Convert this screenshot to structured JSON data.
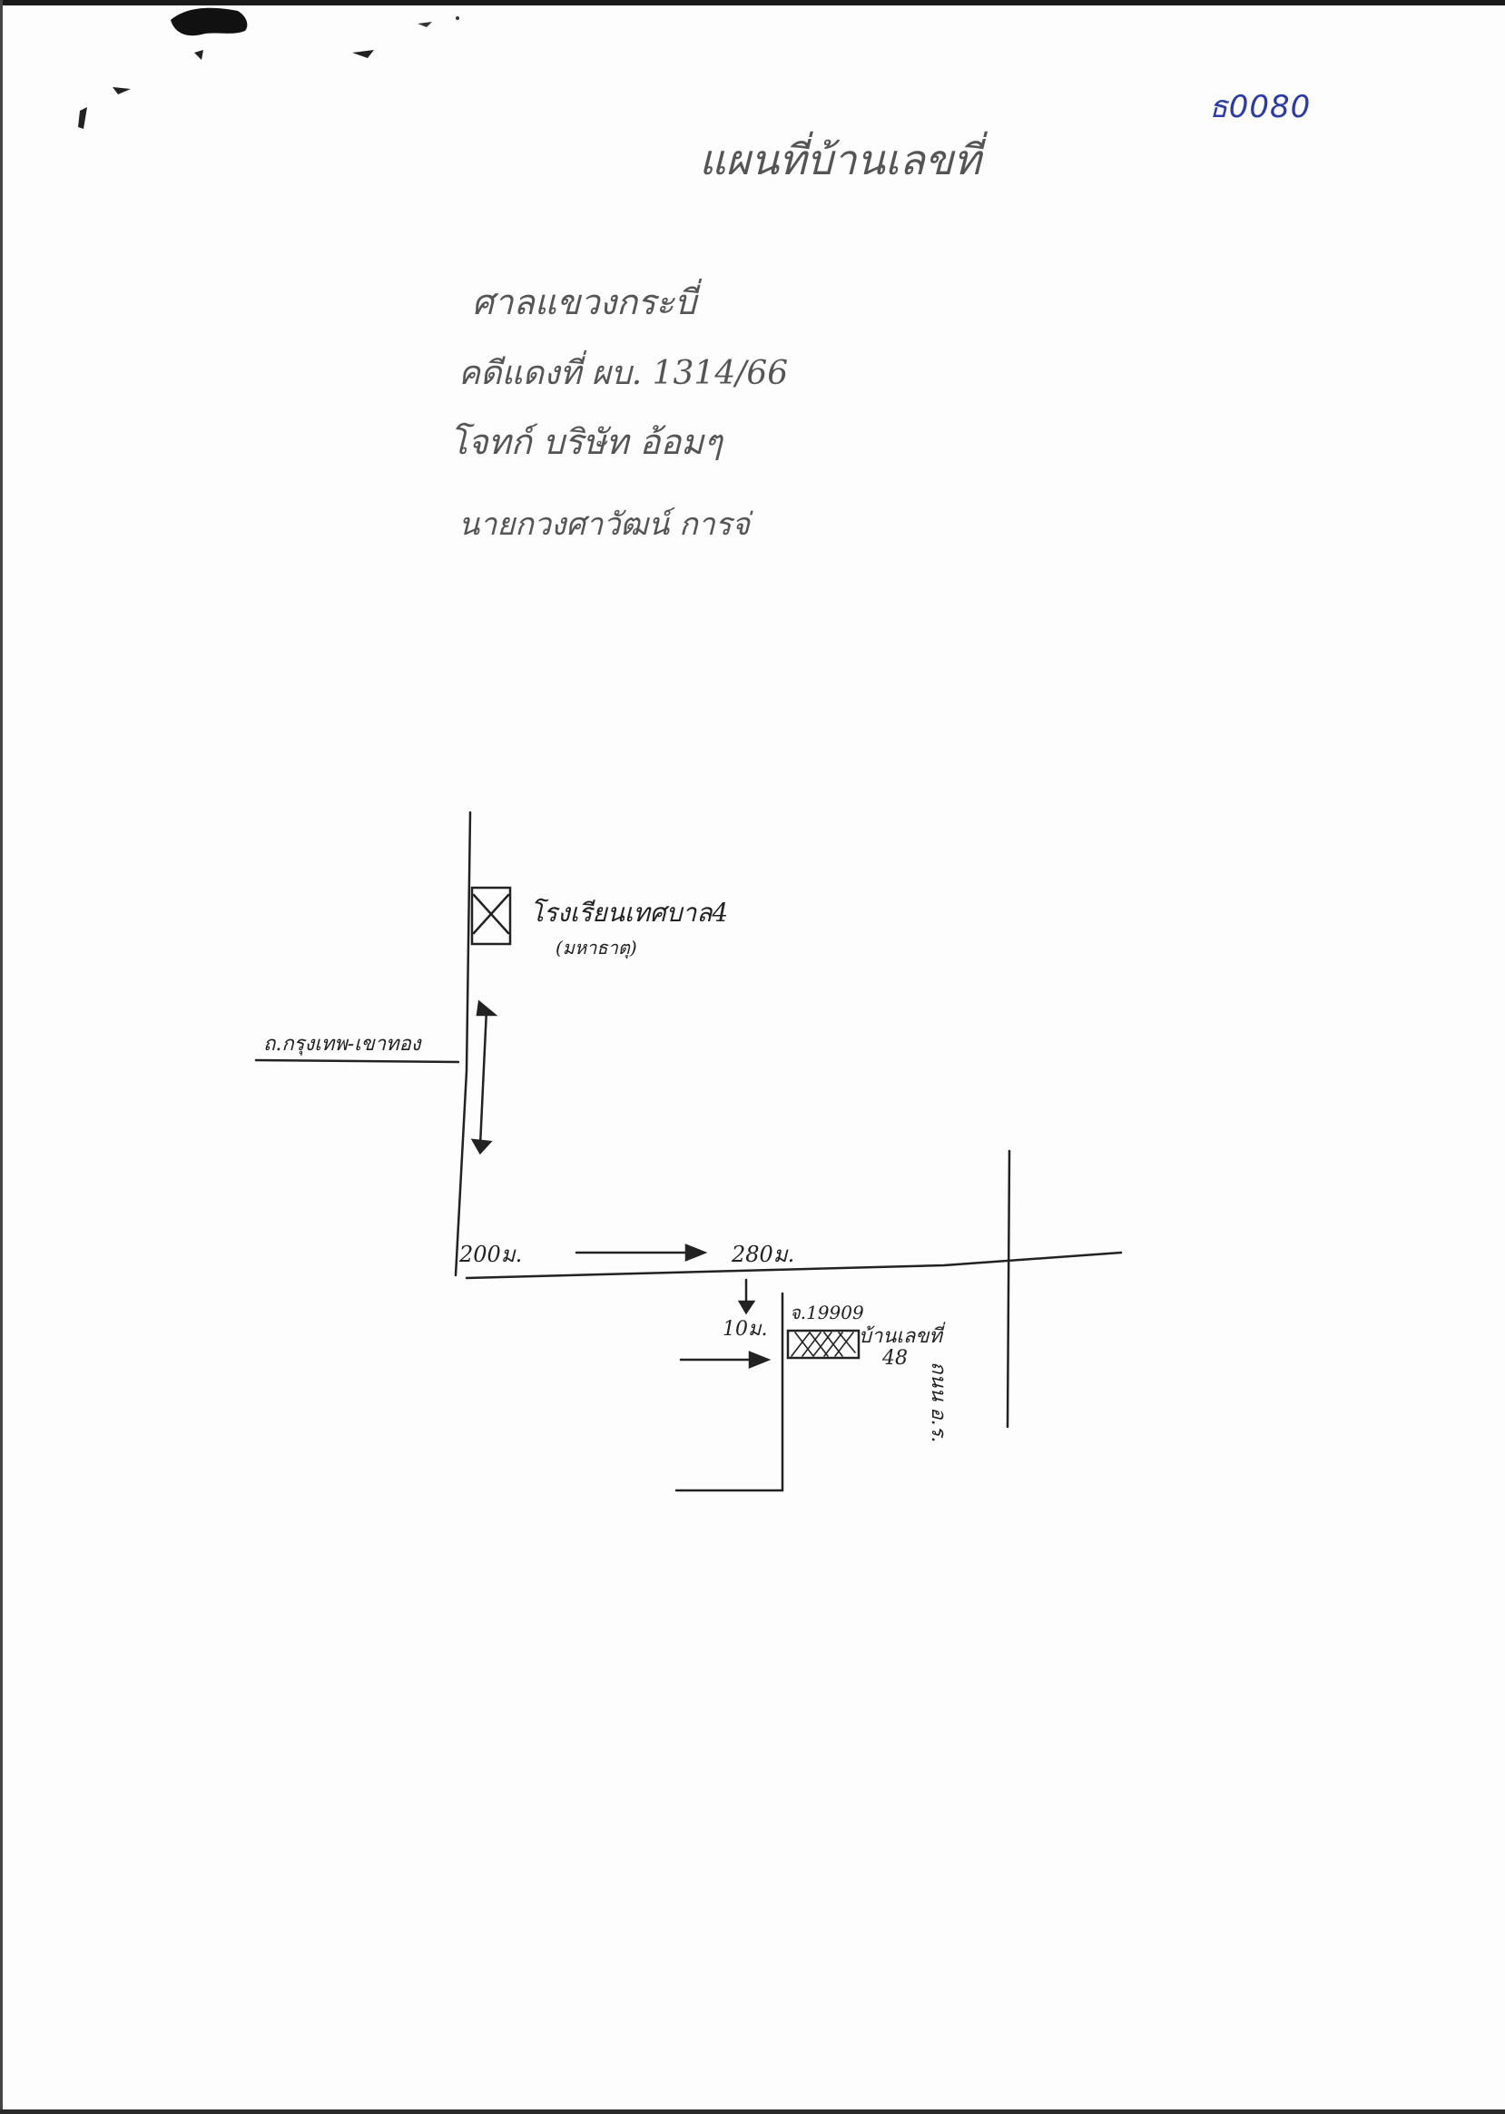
{
  "document": {
    "number": "ธ0080",
    "title": "แผนที่บ้านเลขที่",
    "lines": [
      "ศาลแขวงกระบี่",
      "คดีแดงที่ ผบ. 1314/66",
      "โจทก์ บริษัท อ้อมๆ",
      "นายกวงศาวัฒน์ การจ่"
    ]
  },
  "map": {
    "labels": {
      "highway": "ถ.กรุงเทพ-เขาทอง",
      "landmark": "โรงเรียนเทศบาล4",
      "landmark_sub": "(มหาธาตุ)",
      "dist_200": "200ม.",
      "dist_280": "280ม.",
      "dist_10": "10ม.",
      "target_id": "จ.19909",
      "target_name": "บ้านเลขที่",
      "target_num": "48",
      "side_road": "ถนน อ.ร."
    },
    "colors": {
      "ink": "#222222",
      "stamp_blue": "#2e3ca0"
    }
  }
}
